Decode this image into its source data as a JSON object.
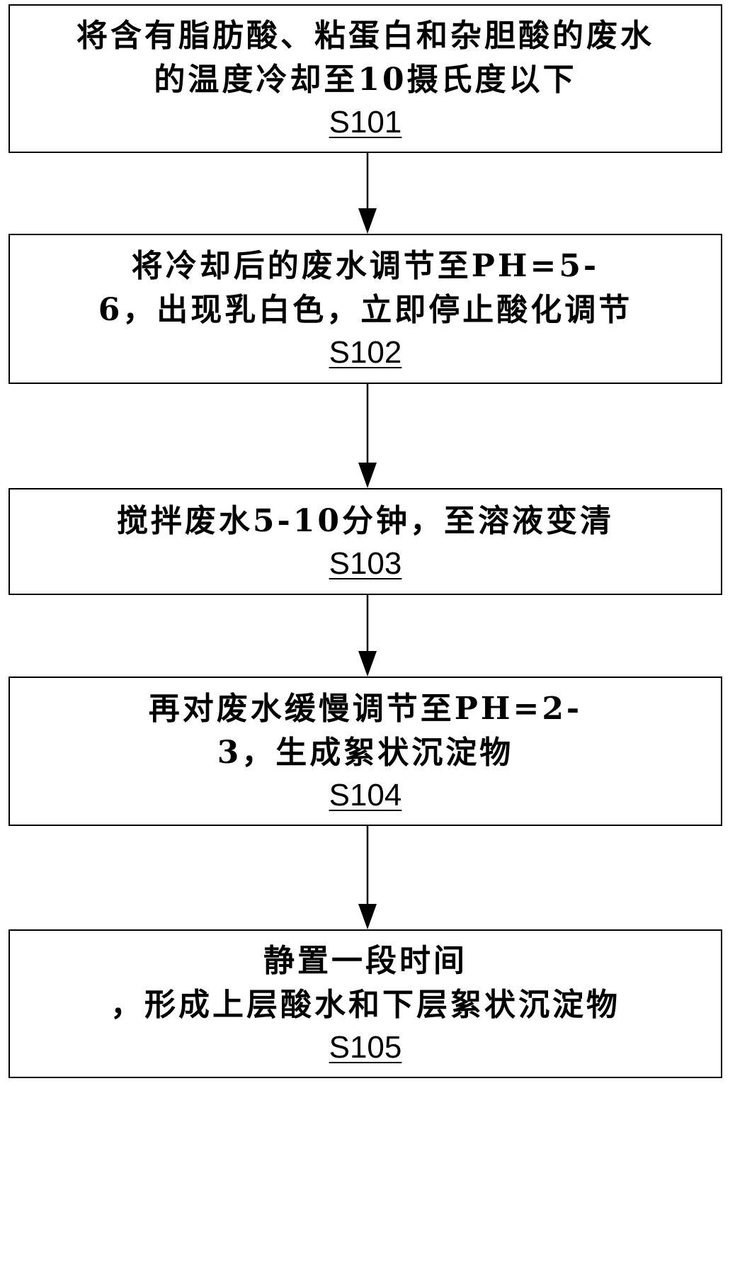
{
  "steps": [
    {
      "lines": [
        "将含有脂肪酸、粘蛋白和杂胆酸的废水",
        "的温度冷却至10摄氏度以下"
      ],
      "id": "S101"
    },
    {
      "lines": [
        "将冷却后的废水调节至PH=5-",
        "6，出现乳白色，立即停止酸化调节"
      ],
      "id": "S102"
    },
    {
      "lines": [
        "搅拌废水5-10分钟，至溶液变清"
      ],
      "id": "S103"
    },
    {
      "lines": [
        "再对废水缓慢调节至PH=2-",
        "3，生成絮状沉淀物"
      ],
      "id": "S104"
    },
    {
      "lines": [
        "静置一段时间",
        "，形成上层酸水和下层絮状沉淀物"
      ],
      "id": "S105"
    }
  ],
  "colors": {
    "stroke": "#000000",
    "background": "#ffffff"
  }
}
